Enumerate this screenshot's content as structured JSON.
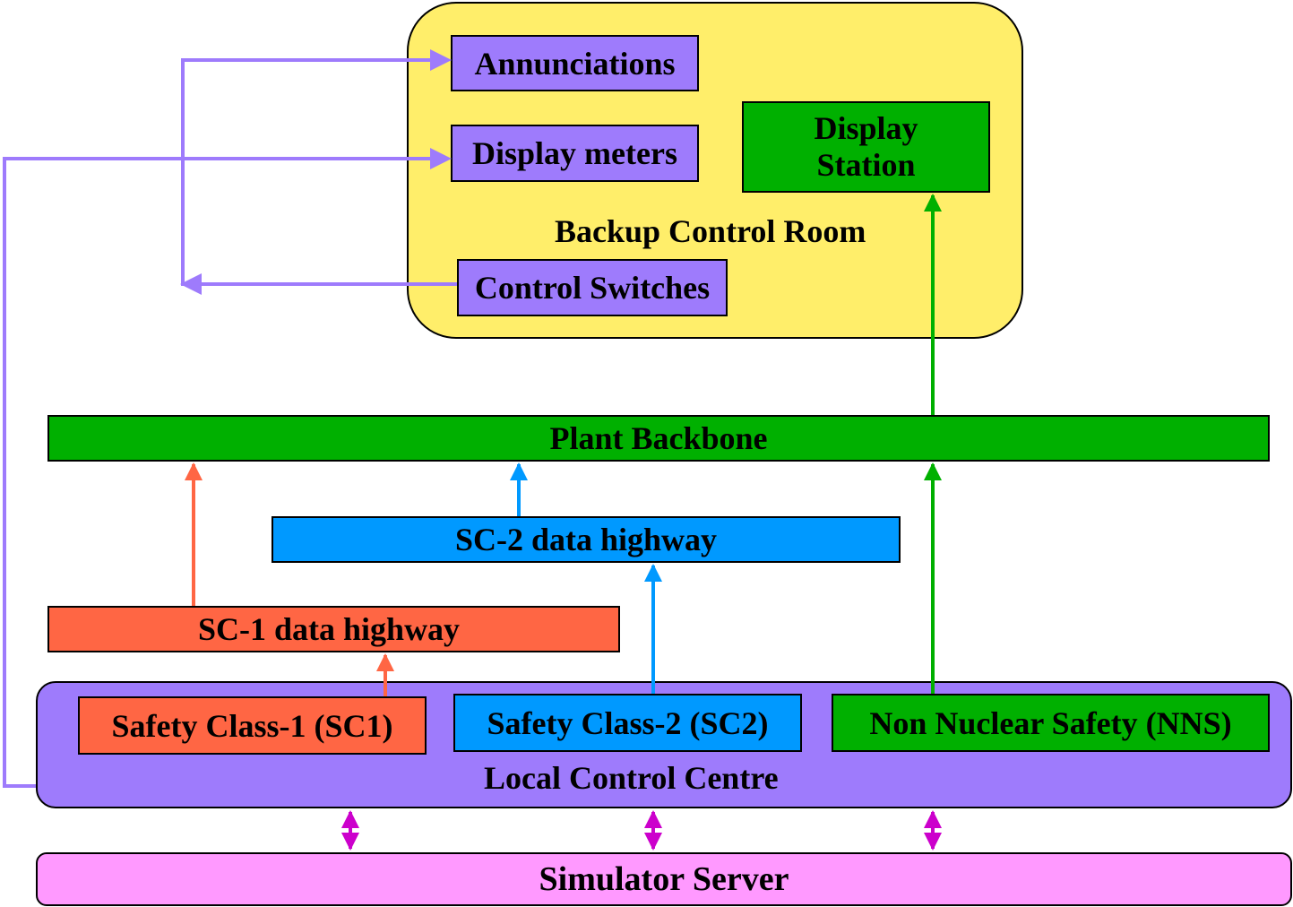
{
  "backup_control_room": {
    "title": "Backup Control Room",
    "annunciations": "Annunciations",
    "display_meters": "Display meters",
    "control_switches": "Control Switches",
    "display_station_line1": "Display",
    "display_station_line2": "Station"
  },
  "plant_backbone": "Plant Backbone",
  "sc2_highway": "SC-2 data highway",
  "sc1_highway": "SC-1 data highway",
  "local_control_centre": {
    "title": "Local Control Centre",
    "sc1": "Safety Class-1 (SC1)",
    "sc2": "Safety Class-2 (SC2)",
    "nns": "Non Nuclear Safety (NNS)"
  },
  "simulator_server": "Simulator Server",
  "colors": {
    "yellow": "#ffee6a",
    "purple": "#9e7bfc",
    "green": "#00b000",
    "blue": "#0099ff",
    "orange": "#ff6644",
    "pink": "#ff99ff",
    "magenta": "#cc00cc"
  }
}
